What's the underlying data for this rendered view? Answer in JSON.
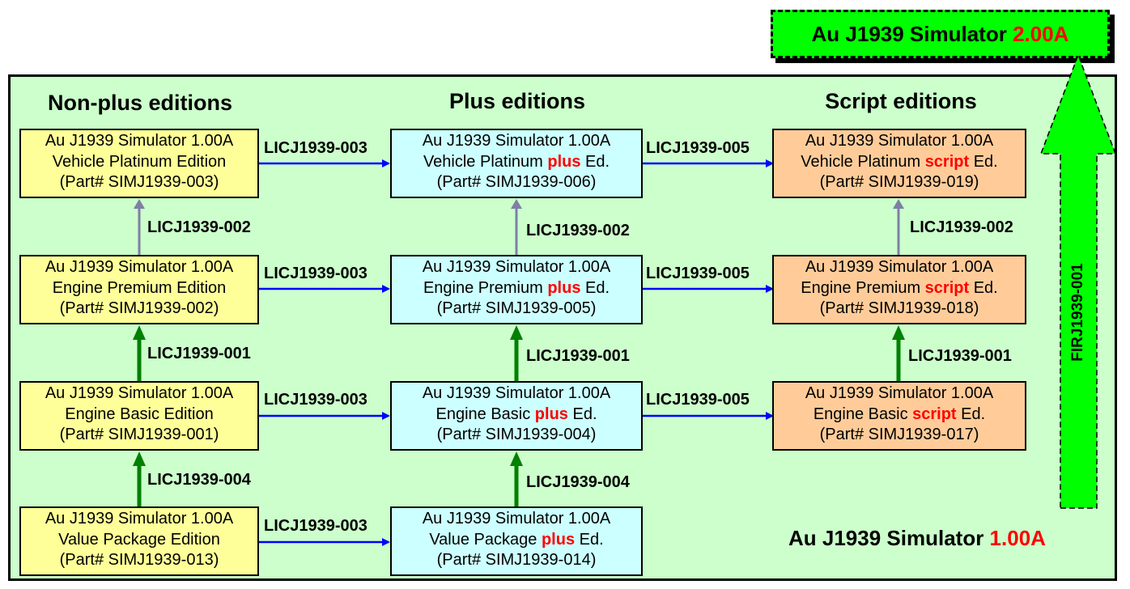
{
  "top_version": {
    "prefix": "Au J1939 Simulator ",
    "version": "2.00A"
  },
  "bottom_version": {
    "prefix": "Au J1939 Simulator ",
    "version": "1.00A"
  },
  "headings": {
    "nonplus": "Non-plus editions",
    "plus": "Plus editions",
    "script": "Script editions"
  },
  "colors": {
    "panel_bg": "#ccffcc",
    "nonplus_bg": "#ffff99",
    "plus_bg": "#ccffff",
    "script_bg": "#ffcc99",
    "highlight": "#ff0000",
    "blue_arrow": "#0000ff",
    "green_arrow": "#008000",
    "gray_arrow": "#7f7fa6",
    "upgrade_arrow": "#00ff00"
  },
  "nonplus": {
    "r1": {
      "l1": "Au J1939 Simulator 1.00A",
      "l2": "Vehicle Platinum Edition",
      "l3": "(Part# SIMJ1939-003)"
    },
    "r2": {
      "l1": "Au J1939 Simulator 1.00A",
      "l2": "Engine Premium Edition",
      "l3": "(Part# SIMJ1939-002)"
    },
    "r3": {
      "l1": "Au J1939 Simulator 1.00A",
      "l2": "Engine Basic Edition",
      "l3": "(Part# SIMJ1939-001)"
    },
    "r4": {
      "l1": "Au J1939 Simulator 1.00A",
      "l2": "Value Package Edition",
      "l3": "(Part# SIMJ1939-013)"
    }
  },
  "plus": {
    "r1": {
      "l1": "Au J1939 Simulator 1.00A",
      "pre": "Vehicle Platinum ",
      "hl": "plus",
      "post": " Ed.",
      "l3": "(Part# SIMJ1939-006)"
    },
    "r2": {
      "l1": "Au J1939 Simulator 1.00A",
      "pre": "Engine Premium ",
      "hl": "plus",
      "post": " Ed.",
      "l3": "(Part# SIMJ1939-005)"
    },
    "r3": {
      "l1": "Au J1939 Simulator 1.00A",
      "pre": "Engine Basic ",
      "hl": "plus",
      "post": " Ed.",
      "l3": "(Part# SIMJ1939-004)"
    },
    "r4": {
      "l1": "Au J1939 Simulator 1.00A",
      "pre": "Value Package ",
      "hl": "plus",
      "post": " Ed.",
      "l3": "(Part# SIMJ1939-014)"
    }
  },
  "script": {
    "r1": {
      "l1": "Au J1939 Simulator 1.00A",
      "pre": "Vehicle Platinum ",
      "hl": "script",
      "post": " Ed.",
      "l3": "(Part# SIMJ1939-019)"
    },
    "r2": {
      "l1": "Au J1939 Simulator 1.00A",
      "pre": "Engine Premium ",
      "hl": "script",
      "post": " Ed.",
      "l3": "(Part# SIMJ1939-018)"
    },
    "r3": {
      "l1": "Au J1939 Simulator 1.00A",
      "pre": "Engine Basic ",
      "hl": "script",
      "post": " Ed.",
      "l3": "(Part# SIMJ1939-017)"
    }
  },
  "licenses": {
    "to_plus_r1": "LICJ1939-003",
    "to_plus_r2": "LICJ1939-003",
    "to_plus_r3": "LICJ1939-003",
    "to_plus_r4": "LICJ1939-003",
    "to_script_r1": "LICJ1939-005",
    "to_script_r2": "LICJ1939-005",
    "to_script_r3": "LICJ1939-005",
    "np_up_1": "LICJ1939-002",
    "np_up_2": "LICJ1939-001",
    "np_up_3": "LICJ1939-004",
    "pl_up_1": "LICJ1939-002",
    "pl_up_2": "LICJ1939-001",
    "pl_up_3": "LICJ1939-004",
    "sc_up_1": "LICJ1939-002",
    "sc_up_2": "LICJ1939-001",
    "firmware": "FIRJ1939-001"
  }
}
